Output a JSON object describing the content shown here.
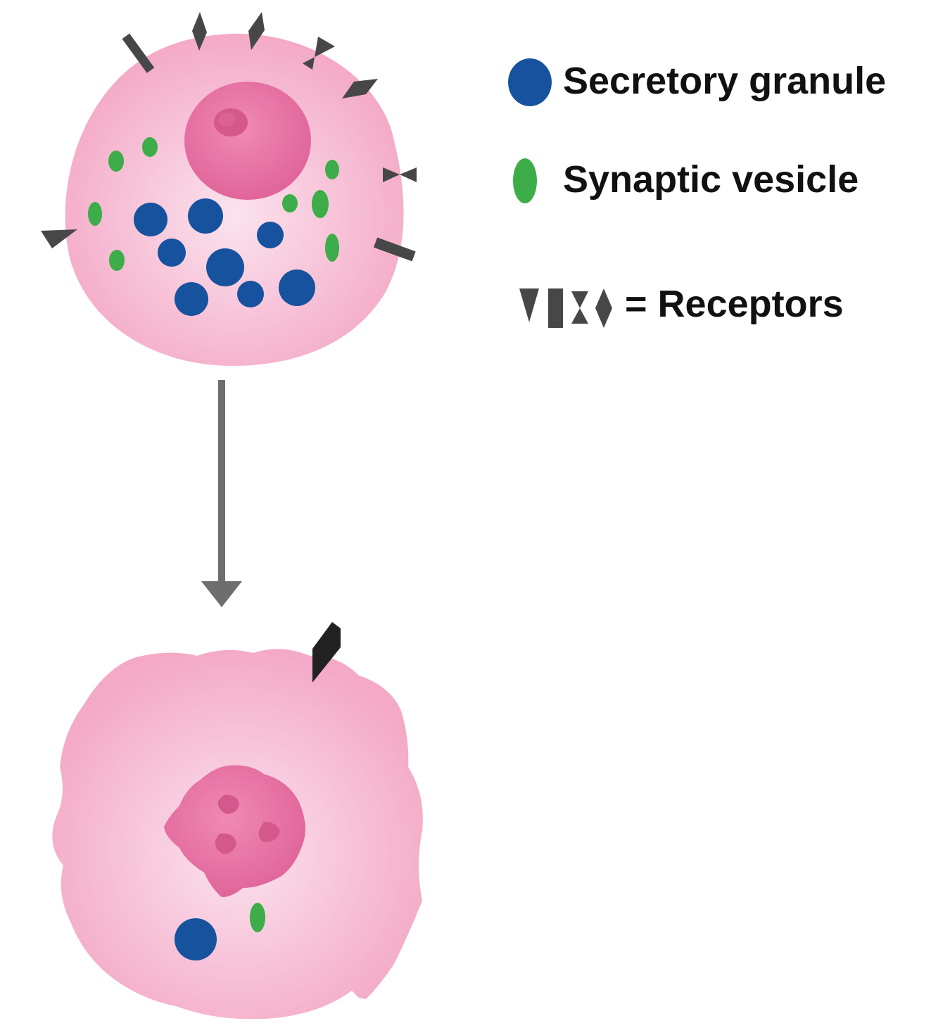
{
  "legend": {
    "secretory_granule": "Secretory granule",
    "synaptic_vesicle": "Synaptic vesicle",
    "receptors": "= Receptors"
  },
  "colors": {
    "cell_body": "#f6b7cf",
    "cell_center": "#fbe3ee",
    "nucleus": "#e8719f",
    "nucleolus": "#d8588a",
    "secretory_granule": "#17529e",
    "synaptic_vesicle": "#3cad48",
    "receptor": "#474747",
    "arrow": "#6e6e6e"
  }
}
